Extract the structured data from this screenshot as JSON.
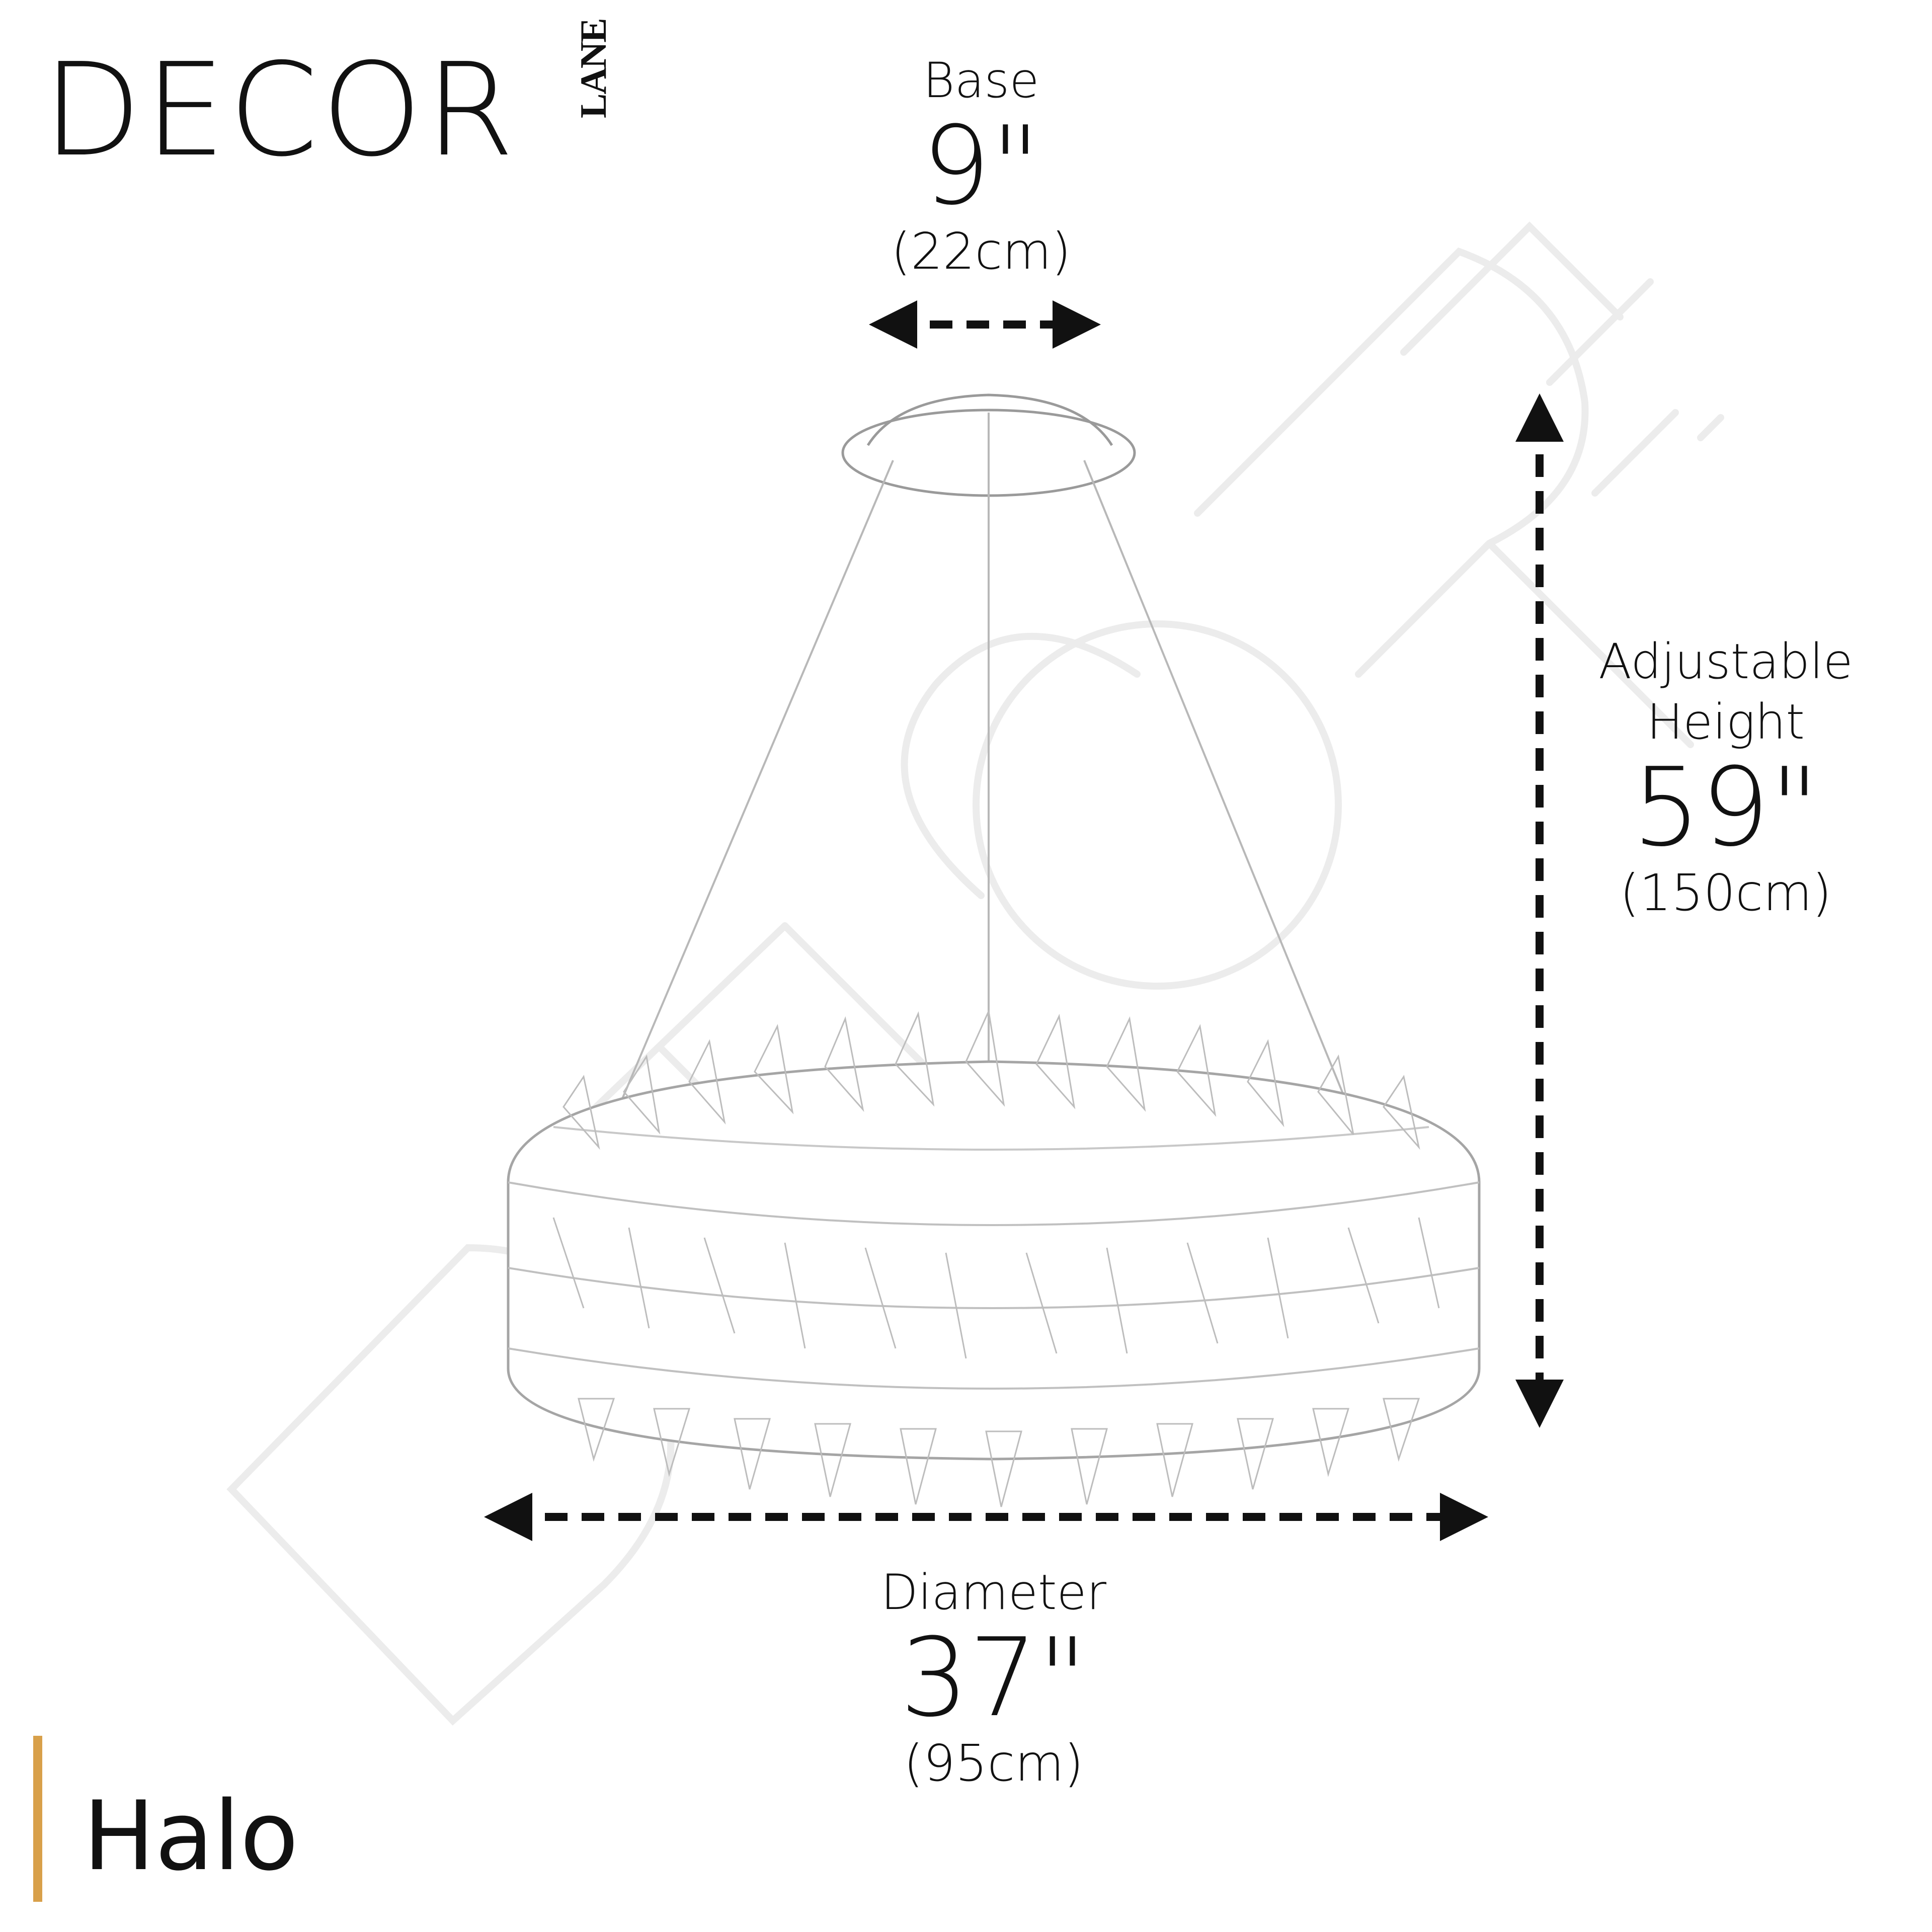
{
  "brand": {
    "name": "DECOR",
    "sub": "LANE"
  },
  "dimensions": {
    "base": {
      "label": "Base",
      "imperial": "9\"",
      "metric": "(22cm)"
    },
    "height": {
      "label_line1": "Adjustable",
      "label_line2": "Height",
      "imperial": "59\"",
      "metric": "(150cm)"
    },
    "diameter": {
      "label": "Diameter",
      "imperial": "37\"",
      "metric": "(95cm)"
    }
  },
  "product": {
    "name": "Halo",
    "accent_color": "#d8a04a"
  },
  "colors": {
    "text": "#111111",
    "watermark": "#ececec",
    "sketch": "#b8b8b8"
  }
}
